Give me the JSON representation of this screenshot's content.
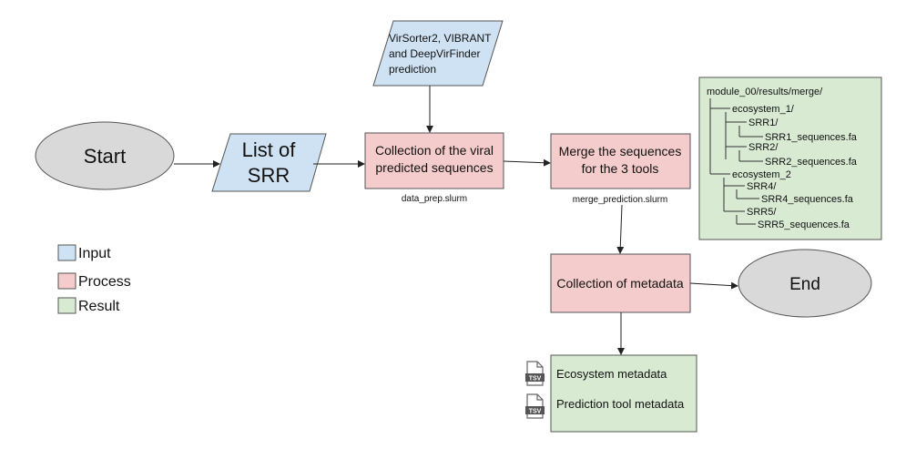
{
  "colors": {
    "input": "#cfe2f3",
    "process": "#f4cccc",
    "result": "#d9ead3",
    "terminal": "#d9d9d9",
    "stroke": "#555555"
  },
  "nodes": {
    "start": "Start",
    "list_srr": [
      "List of",
      "SRR"
    ],
    "predictors": [
      "VirSorter2, VIBRANT",
      "and DeepVirFinder",
      "prediction"
    ],
    "collection_viral": [
      "Collection of the viral",
      "predicted sequences"
    ],
    "merge": [
      "Merge the sequences",
      "for the 3 tools"
    ],
    "collection_metadata": "Collection of metadata",
    "end": "End",
    "ecosystem_metadata": "Ecosystem metadata",
    "prediction_tool_metadata": "Prediction tool metadata",
    "tsv_icon_label": "TSV"
  },
  "scripts": {
    "data_prep": "data_prep.slurm",
    "merge_prediction": "merge_prediction.slurm"
  },
  "tree": {
    "root": "module_00/results/merge/",
    "items": [
      "ecosystem_1/",
      "SRR1/",
      "SRR1_sequences.fa",
      "SRR2/",
      "SRR2_sequences.fa",
      "ecosystem_2",
      "SRR4/",
      "SRR4_sequences.fa",
      "SRR5/",
      "SRR5_sequences.fa"
    ]
  },
  "legend": {
    "input": "Input",
    "process": "Process",
    "result": "Result"
  }
}
